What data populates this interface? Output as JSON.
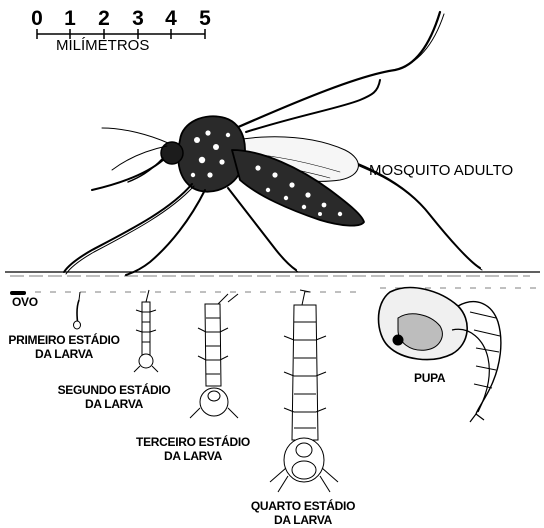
{
  "scale": {
    "ticks": [
      "0",
      "1",
      "2",
      "3",
      "4",
      "5"
    ],
    "unit": "MILÍMETROS"
  },
  "labels": {
    "adult": "MOSQUITO ADULTO",
    "egg": "OVO",
    "larva1": [
      "PRIMEIRO ESTÁDIO",
      "DA LARVA"
    ],
    "larva2": [
      "SEGUNDO ESTÁDIO",
      "DA LARVA"
    ],
    "larva3": [
      "TERCEIRO ESTÁDIO",
      "DA LARVA"
    ],
    "larva4": [
      "QUARTO ESTÁDIO",
      "DA LARVA"
    ],
    "pupa": "PUPA"
  },
  "colors": {
    "ink": "#000000",
    "paper": "#ffffff",
    "shade": "#555555"
  },
  "icons": [
    "mosquito-adult-illustration",
    "egg-illustration",
    "larva-illustration",
    "pupa-illustration"
  ]
}
